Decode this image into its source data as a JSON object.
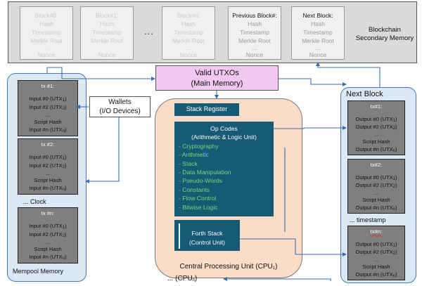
{
  "secondary_memory": {
    "label_line1": "Blockchain",
    "label_line2": "Secondary Memory",
    "ellipsis": "...",
    "blocks": [
      {
        "lines": [
          "Block#0:",
          "Hash",
          "Timestamp",
          "Merkle Root",
          "...",
          "Nonce"
        ]
      },
      {
        "lines": [
          "Block#1:",
          "Hash",
          "Timestamp",
          "Merkle Root",
          "...",
          "Nonce"
        ]
      },
      {
        "lines": [
          "Block#n:",
          "Hash",
          "Timestamp",
          "Merkle Root",
          "...",
          "Nonce"
        ]
      },
      {
        "lines": [
          "Previous Block#:",
          "Hash",
          "Timestamp",
          "Merkle Root",
          "...",
          "Nonce"
        ]
      },
      {
        "lines": [
          "Next Block:",
          "Hash",
          "Timestamp",
          "Merkle Root",
          "...",
          "Nonce"
        ]
      }
    ]
  },
  "utxo": {
    "line1": "Valid UTXOs",
    "line2": "(Main Memory)"
  },
  "wallets": {
    "line1": "Wallets",
    "line2": "(I/O Devices)"
  },
  "mempool": {
    "label": "Mempool Memory",
    "clock": "... Clock",
    "txs": [
      {
        "title": "tx #1:",
        "in1": "Input #0 (UTX",
        "in1_sub": "1",
        "in2": "Input #2 (UTX",
        "in2_sub": "2",
        "dots": "...",
        "hash": "Script Hash",
        "inn": "Input #n (UTX",
        "inn_sub": "n"
      },
      {
        "title": "tx #2:",
        "in1": "Input #0 (UTX",
        "in1_sub": "1",
        "in2": "Input #2 (UTX",
        "in2_sub": "2",
        "dots": "...",
        "hash": "Script Hash",
        "inn": "Input #n (UTX",
        "inn_sub": "n"
      },
      {
        "title": "tx #n:",
        "in1": "Input #0 (UTX",
        "in1_sub": "1",
        "in2": "Input #2 (UTX",
        "in2_sub": "2",
        "dots": "...",
        "hash": "Script Hash",
        "inn": "Input #n (UTX",
        "inn_sub": "n"
      }
    ]
  },
  "next_block": {
    "title": "Next Block",
    "timestamp": "... timestamp",
    "txs": [
      {
        "title": "tx#1:",
        "out1": "Output #0 (UTX",
        "out1_sub": "1",
        "out2": "Output #2 (UTX",
        "out2_sub": "2",
        "dots": "...",
        "hash": "Script Hash",
        "outn": "Output #n (UTX",
        "outn_sub": "n"
      },
      {
        "title": "tx#2:",
        "out1": "Output #0 (UTX",
        "out1_sub": "1",
        "out2": "Output #2 (UTX",
        "out2_sub": "2",
        "dots": "...",
        "hash": "Script Hash",
        "outn": "Output #n (UTX",
        "outn_sub": "n"
      },
      {
        "title": "tx#n:",
        "out1": "Output #0 (UTX",
        "out1_sub": "1",
        "out2": "Output #2 (UTX",
        "out2_sub": "2",
        "dots": "...",
        "hash": "Script Hash",
        "outn": "Output #n (UTX",
        "outn_sub": "n"
      }
    ]
  },
  "cpu": {
    "stack_register": "Stack Register",
    "opcodes_title1": "Op Codes",
    "opcodes_title2": "(Arithmetic & Logic Unit)",
    "opcodes": [
      "- Cryptography",
      "- Arithmetic",
      "- Stack",
      "- Data Manipulation",
      "- Pseudo-Words",
      "- Constants",
      "- Flow Control",
      "- Bitwise Logic"
    ],
    "forth_line1": "Forth Stack",
    "forth_line2": "(Control Unit)",
    "label": "Central Processing Unit (CPU",
    "label_sub": "1",
    "label_end": ")",
    "cpun": "... (CPU",
    "cpun_sub": "n",
    "cpun_end": ")"
  },
  "colors": {
    "unit_fill": "#175a73",
    "opcode_text": "#7fd67f",
    "utxo_fill": "#f2c8f0",
    "cpu_fill": "#fbdcc8",
    "memory_panel": "#dbe8f5",
    "arrow": "#3b6ea5"
  }
}
